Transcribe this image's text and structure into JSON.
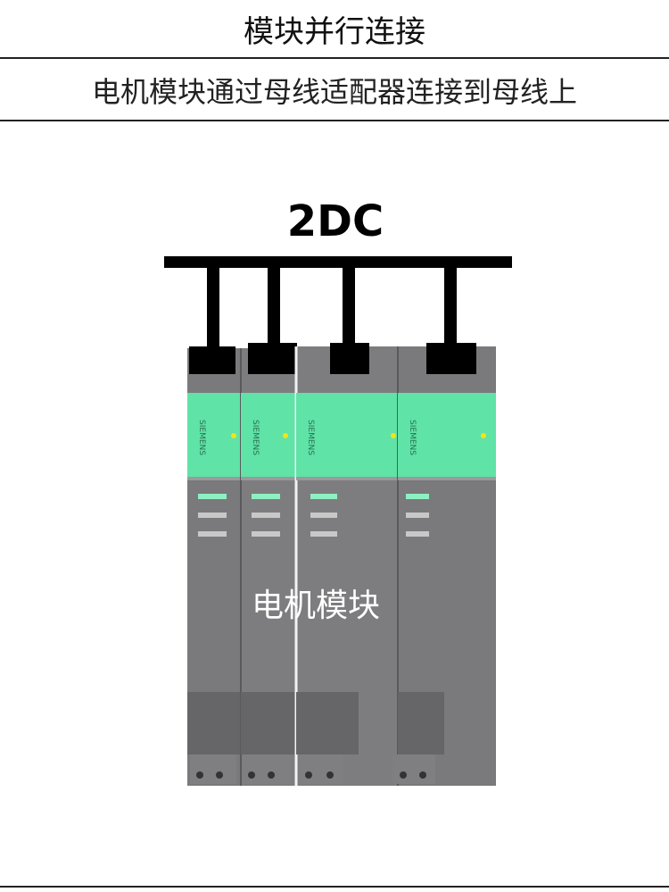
{
  "header": {
    "title": "模块并行连接"
  },
  "description": {
    "text": "电机模块通过母线适配器连接到母线上"
  },
  "diagram": {
    "bus_label": "2DC",
    "module_label": "电机模块",
    "module_brand_text": "SIEMENS",
    "colors": {
      "bus": "#000000",
      "module_body": "#7a797b",
      "module_panel": "#5fe3a6",
      "indicator": "#f4e21a",
      "led": "#8ef0c2"
    }
  }
}
